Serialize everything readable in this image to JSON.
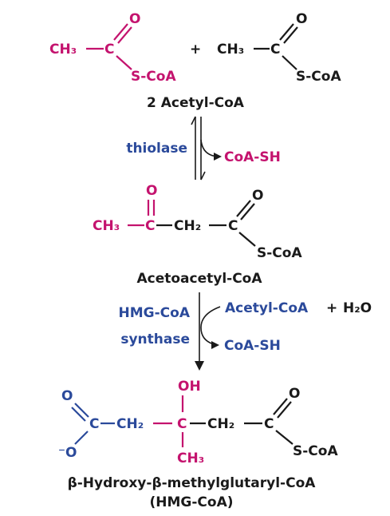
{
  "reactants": {
    "mol1": {
      "ch3": "CH₃",
      "c": "C",
      "o": "O",
      "scoa": "S-CoA"
    },
    "plus": "+",
    "mol2": {
      "ch3": "CH₃",
      "c": "C",
      "o": "O",
      "scoa": "S-CoA"
    },
    "label": "2 Acetyl-CoA"
  },
  "step1": {
    "enzyme": "thiolase",
    "released": "CoA-SH"
  },
  "acetoacetyl": {
    "o_top": "O",
    "ch3": "CH₃",
    "c1": "C",
    "ch2": "CH₂",
    "c2": "C",
    "o_right": "O",
    "scoa": "S-CoA",
    "label": "Acetoacetyl-CoA"
  },
  "step2": {
    "enzyme_line1": "HMG-CoA",
    "enzyme_line2": "synthase",
    "substrate": "Acetyl-CoA",
    "plus": "+",
    "water": "H₂O",
    "released": "CoA-SH"
  },
  "hmg": {
    "o_left": "O",
    "o_minus": "⁻O",
    "c_carboxyl": "C",
    "ch2_left": "CH₂",
    "oh": "OH",
    "c_center": "C",
    "ch3": "CH₃",
    "ch2_right": "CH₂",
    "c_thio": "C",
    "o_right": "O",
    "scoa": "S-CoA",
    "name": "β-Hydroxy-β-methylglutaryl-CoA",
    "abbrev": "(HMG-CoA)"
  },
  "colors": {
    "magenta": "#c4136e",
    "blue": "#2b4a9b",
    "black": "#1a1a1a"
  }
}
